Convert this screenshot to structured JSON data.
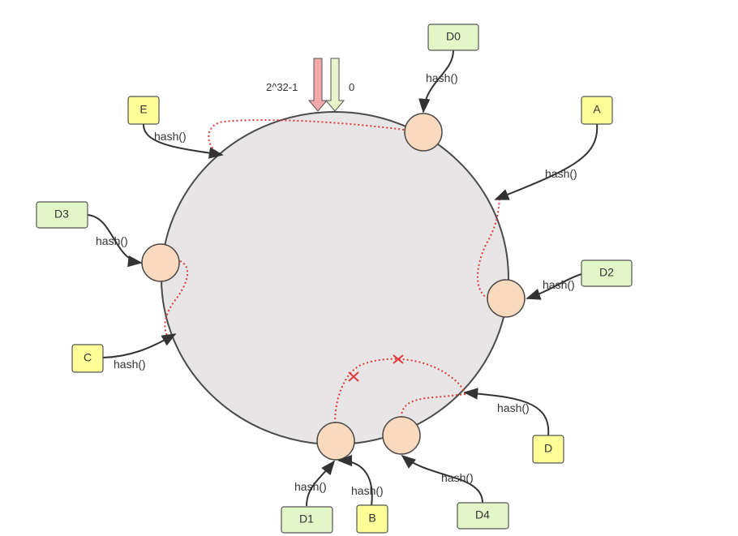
{
  "pointer": {
    "end_label": "2^32-1",
    "start_label": "0",
    "colors": {
      "end": "#f3a9a9",
      "start": "#e8f3c9"
    }
  },
  "ring": {
    "fill": "#e7e5e6",
    "stroke": "#4a4a4a"
  },
  "server_node_color": "#fbd9bd",
  "hash_label": "hash()",
  "colors": {
    "server_box": "#ffff99",
    "data_box": "#e3f6c8",
    "route": "#e03a3a",
    "arrow": "#333333"
  },
  "servers": [
    {
      "id": "A",
      "label": "A"
    },
    {
      "id": "B",
      "label": "B"
    },
    {
      "id": "C",
      "label": "C"
    },
    {
      "id": "D",
      "label": "D"
    },
    {
      "id": "E",
      "label": "E"
    }
  ],
  "data_items": [
    {
      "id": "D0",
      "label": "D0"
    },
    {
      "id": "D1",
      "label": "D1"
    },
    {
      "id": "D2",
      "label": "D2"
    },
    {
      "id": "D3",
      "label": "D3"
    },
    {
      "id": "D4",
      "label": "D4"
    }
  ]
}
